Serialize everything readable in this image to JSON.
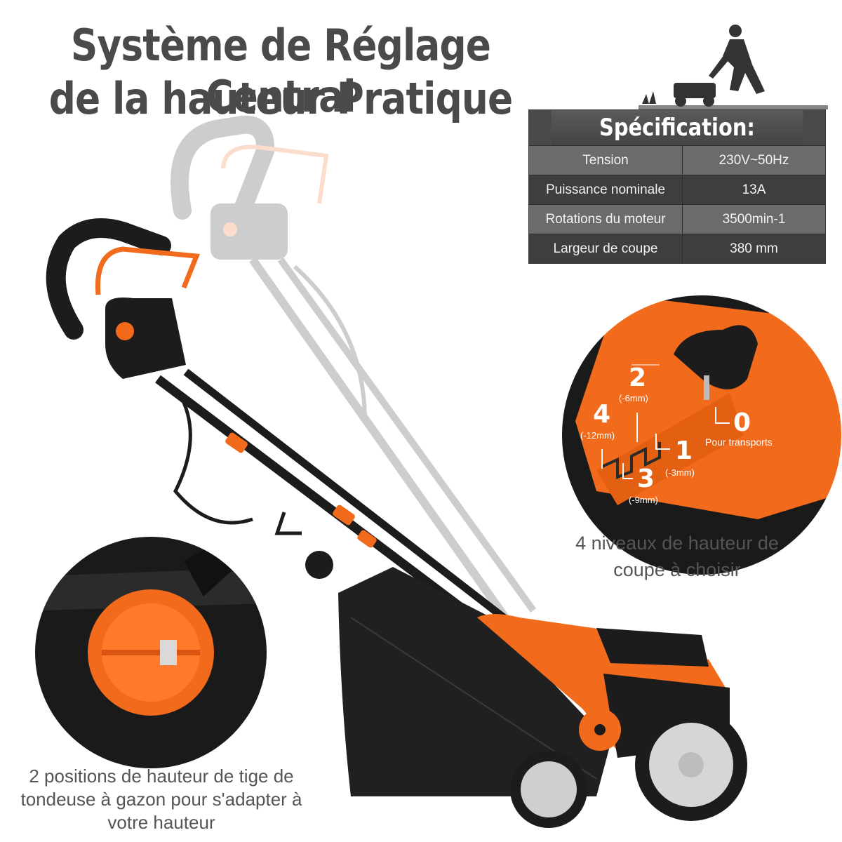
{
  "title": {
    "line1": "Système de Réglage Central",
    "line2": "de la hauteur Pratique"
  },
  "spec": {
    "heading": "Spécification:",
    "rows": [
      {
        "key": "Tension",
        "value": "230V~50Hz"
      },
      {
        "key": "Puissance nominale",
        "value": "13A"
      },
      {
        "key": "Rotations du moteur",
        "value": "3500min-1"
      },
      {
        "key": "Largeur de coupe",
        "value": "380 mm"
      }
    ]
  },
  "levels": {
    "l0": {
      "num": "0",
      "label": "Pour transports"
    },
    "l1": {
      "num": "1",
      "label": "(-3mm)"
    },
    "l2": {
      "num": "2",
      "label": "(-6mm)"
    },
    "l3": {
      "num": "3",
      "label": "(-9mm)"
    },
    "l4": {
      "num": "4",
      "label": "(-12mm)"
    }
  },
  "captions": {
    "right": "4 niveaux de hauteur de coupe à choisir",
    "left": "2 positions de hauteur de tige de tondeuse à gazon pour s'adapter à votre hauteur"
  },
  "colors": {
    "orange": "#f26a1b",
    "dark": "#4a4a4a",
    "black": "#1c1c1c"
  },
  "icons": [
    "mower-person-icon"
  ]
}
